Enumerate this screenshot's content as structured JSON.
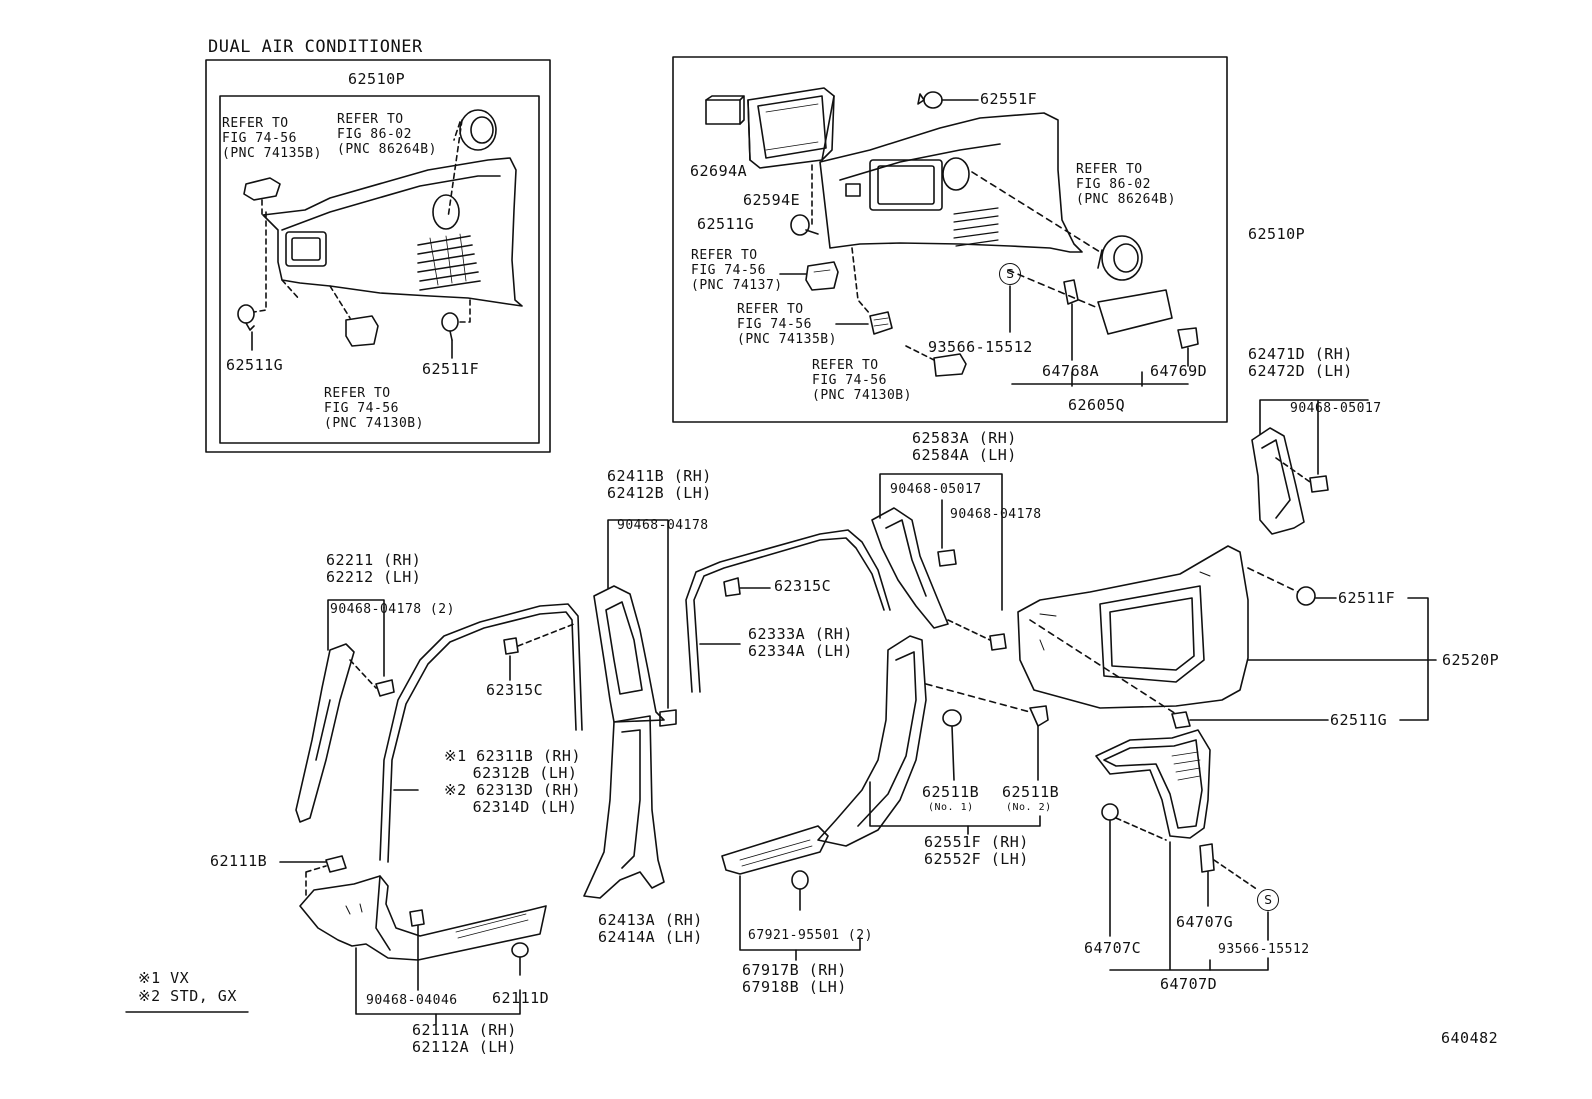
{
  "header": "DUAL AIR CONDITIONER",
  "figure_number": "640482",
  "legend": {
    "note1": "※1 VX",
    "note2": "※2 STD, GX"
  },
  "callouts": {
    "inset_62510P": "62510P",
    "inset_refer_a": "REFER TO\nFIG 74-56\n(PNC 74135B)",
    "inset_refer_b": "REFER TO\nFIG 86-02\n(PNC 86264B)",
    "inset_refer_c": "REFER TO\nFIG 74-56\n(PNC 74130B)",
    "inset_62511G": "62511G",
    "inset_62511F": "62511F",
    "c62551F_top": "62551F",
    "c62694A": "62694A",
    "c62594E": "62594E",
    "c62511G_top": "62511G",
    "refer_86_02": "REFER TO\nFIG 86-02\n(PNC 86264B)",
    "c62510P": "62510P",
    "refer_74137": "REFER TO\nFIG 74-56\n(PNC 74137)",
    "refer_74135B": "REFER TO\nFIG 74-56\n(PNC 74135B)",
    "refer_74130B": "REFER TO\nFIG 74-56\n(PNC 74130B)",
    "c93566_top": "93566-15512",
    "c64768A": "64768A",
    "c64769D": "64769D",
    "c62605Q": "62605Q",
    "c62471D": "62471D (RH)\n62472D (LH)",
    "c90468_05017_r": "90468-05017",
    "c62583A": "62583A (RH)\n62584A (LH)",
    "c90468_05017": "90468-05017",
    "c90468_04178_m": "90468-04178",
    "c62411B": "62411B (RH)\n62412B (LH)",
    "c90468_04178_b": "90468-04178",
    "c62315C_r": "62315C",
    "c62333A": "62333A (RH)\n62334A (LH)",
    "c62211": "62211 (RH)\n62212 (LH)",
    "c90468_04178_2": "90468-04178 (2)",
    "c62315C_l": "62315C",
    "c62311B": "※1 62311B (RH)\n   62312B (LH)\n※2 62313D (RH)\n   62314D (LH)",
    "c62511F_r": "62511F",
    "c62520P": "62520P",
    "c62511G_r": "62511G",
    "c62511B_1": "62511B",
    "c62511B_1_sub": "(No. 1)",
    "c62511B_2": "62511B",
    "c62511B_2_sub": "(No. 2)",
    "c62551F": "62551F (RH)\n62552F (LH)",
    "c62111B": "62111B",
    "c62413A": "62413A (RH)\n62414A (LH)",
    "c67921": "67921-95501 (2)",
    "c67917B": "67917B (RH)\n67918B (LH)",
    "c90468_04046": "90468-04046",
    "c62111D": "62111D",
    "c62111A": "62111A (RH)\n62112A (LH)",
    "c64707G": "64707G",
    "c64707C": "64707C",
    "c93566_bot": "93566-15512",
    "c64707D": "64707D",
    "s_mark": "S"
  }
}
